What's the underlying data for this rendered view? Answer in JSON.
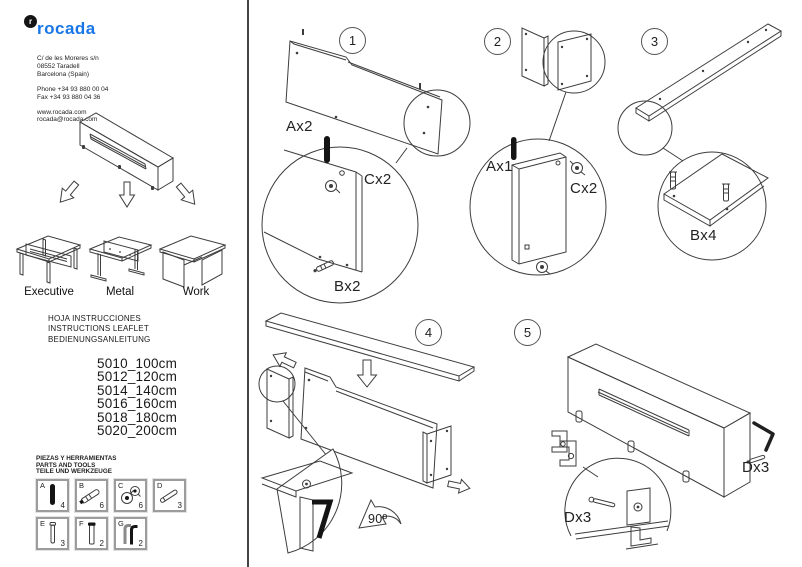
{
  "brand": {
    "name": "rocada",
    "logo_glyph": "r",
    "address_lines": [
      "C/ de les Moreres s/n",
      "08552 Taradell",
      "Barcelona (Spain)"
    ],
    "contact_lines": [
      "Phone +34 93 880 00 04",
      "Fax +34 93 880 04 36"
    ],
    "web_lines": [
      "www.rocada.com",
      "rocada@rocada.com"
    ]
  },
  "desk_types": [
    "Executive",
    "Metal",
    "Work"
  ],
  "leaflet_titles": [
    "HOJA INSTRUCCIONES",
    "INSTRUCTIONS LEAFLET",
    "BEDIENUNGSANLEITUNG"
  ],
  "models": [
    "5010_100cm",
    "5012_120cm",
    "5014_140cm",
    "5016_160cm",
    "5018_180cm",
    "5020_200cm"
  ],
  "parts": {
    "titles": [
      "PIEZAS Y HERRAMIENTAS",
      "PARTS AND TOOLS",
      "TEILE UND WERKZEUGE"
    ],
    "items": [
      {
        "letter": "A",
        "qty": "4",
        "icon": "black-pin"
      },
      {
        "letter": "B",
        "qty": "6",
        "icon": "double-screw"
      },
      {
        "letter": "C",
        "qty": "6",
        "icon": "cam-lock"
      },
      {
        "letter": "D",
        "qty": "3",
        "icon": "metal-dowel"
      },
      {
        "letter": "E",
        "qty": "3",
        "icon": "long-pin"
      },
      {
        "letter": "F",
        "qty": "2",
        "icon": "long-bolt"
      },
      {
        "letter": "G",
        "qty": "2",
        "icon": "allen-keys"
      }
    ]
  },
  "steps": [
    "1",
    "2",
    "3",
    "4",
    "5"
  ],
  "callouts": {
    "step1_pin": "Ax2",
    "step1_cam": "Cx2",
    "step1_screw": "Bx2",
    "step2_pin": "Ax1",
    "step2_cam": "Cx2",
    "step3_screws": "Bx4",
    "step4_rotation": "90º",
    "step5_screw": "Dx3",
    "step5_screw_detail": "Dx3"
  },
  "colors": {
    "brand_blue": "#1877e8",
    "line_art": "#3d3d3d",
    "divider": "#444444"
  }
}
